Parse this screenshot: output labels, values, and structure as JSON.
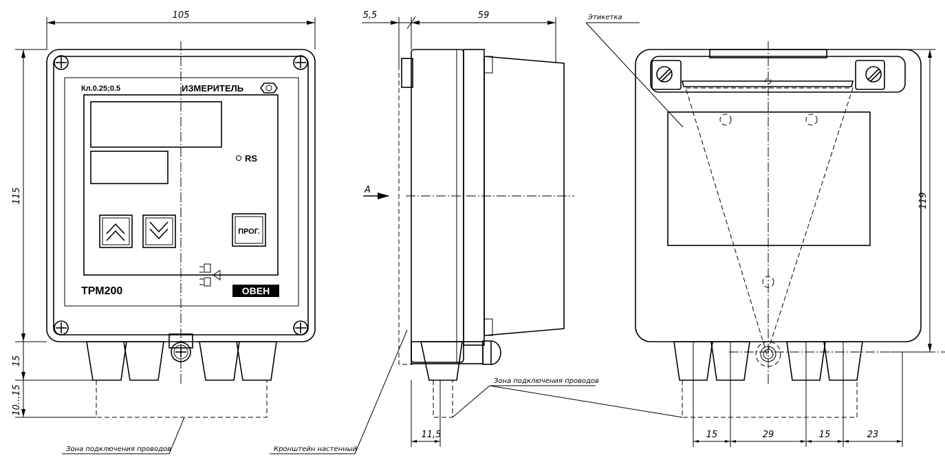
{
  "front_view": {
    "accuracy_class": "Кл.0.25;0.5",
    "device_title": "ИЗМЕРИТЕЛЬ",
    "rs_label": "RS",
    "prog_button": "ПРОГ.",
    "model": "ТРМ200",
    "brand": "ОВЕН"
  },
  "dimensions": {
    "width_front": "105",
    "height_front": "115",
    "gland_height": "15",
    "wire_zone_height": "10...15",
    "side_offset": "5,5",
    "side_depth": "59",
    "side_gland_width": "11,5",
    "rear_height": "119",
    "rear_pitch_1": "15",
    "rear_pitch_2": "29",
    "rear_pitch_3": "15",
    "rear_pitch_4": "23"
  },
  "annotations": {
    "view_arrow": "A",
    "label_sticker": "Этикетка",
    "wire_zone_front": "Зона подключения проводов",
    "wire_zone_side": "Зона подключения проводов",
    "wall_bracket": "Кронштейн настенный"
  }
}
